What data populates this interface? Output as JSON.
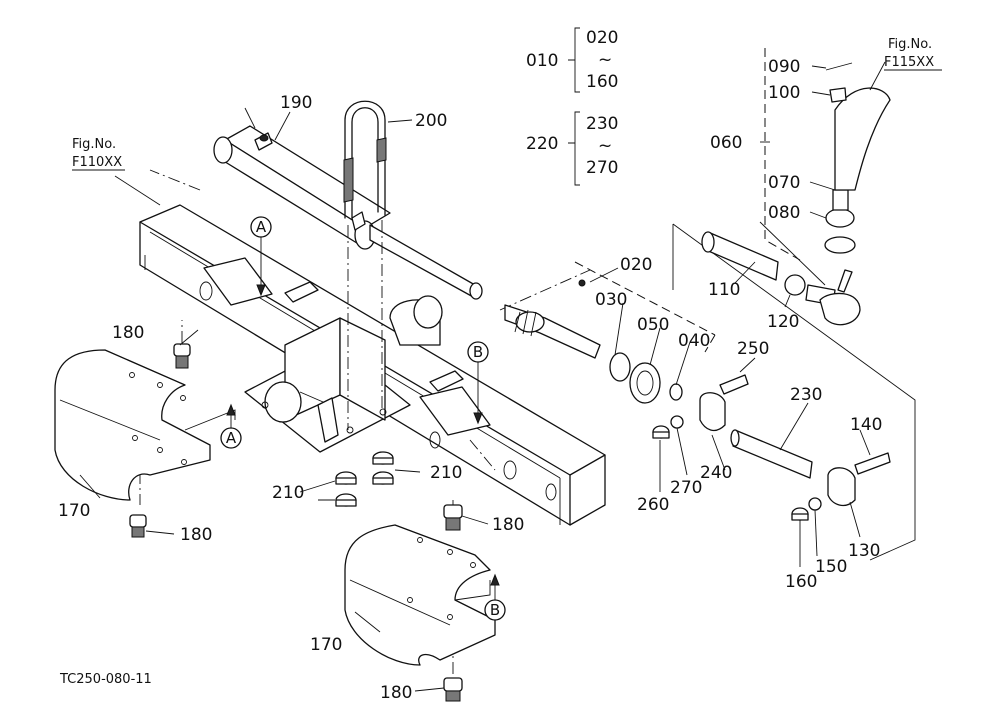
{
  "figure_code": "TC250-080-11",
  "ref_fig_left": {
    "label": "Fig.No.",
    "code": "F110XX"
  },
  "ref_fig_right": {
    "label": "Fig.No.",
    "code": "F115XX"
  },
  "ranges": {
    "r010": {
      "parent": "010",
      "from": "020",
      "to": "160",
      "tilde": "~"
    },
    "r220": {
      "parent": "220",
      "from": "230",
      "to": "270",
      "tilde": "~"
    }
  },
  "callouts": {
    "p190": "190",
    "p200": "200",
    "p180a": "180",
    "p180b": "180",
    "p180c": "180",
    "p180d": "180",
    "p170a": "170",
    "p170b": "170",
    "p210a": "210",
    "p210b": "210",
    "p020": "020",
    "p030": "030",
    "p050": "050",
    "p040": "040",
    "p250": "250",
    "p230": "230",
    "p240": "240",
    "p260": "260",
    "p270": "270",
    "p140": "140",
    "p130": "130",
    "p150": "150",
    "p160": "160",
    "p110": "110",
    "p120": "120",
    "p060": "060",
    "p070": "070",
    "p080": "080",
    "p090": "090",
    "p100": "100"
  },
  "markers": {
    "a1": "A",
    "a2": "A",
    "b1": "B",
    "b2": "B"
  }
}
